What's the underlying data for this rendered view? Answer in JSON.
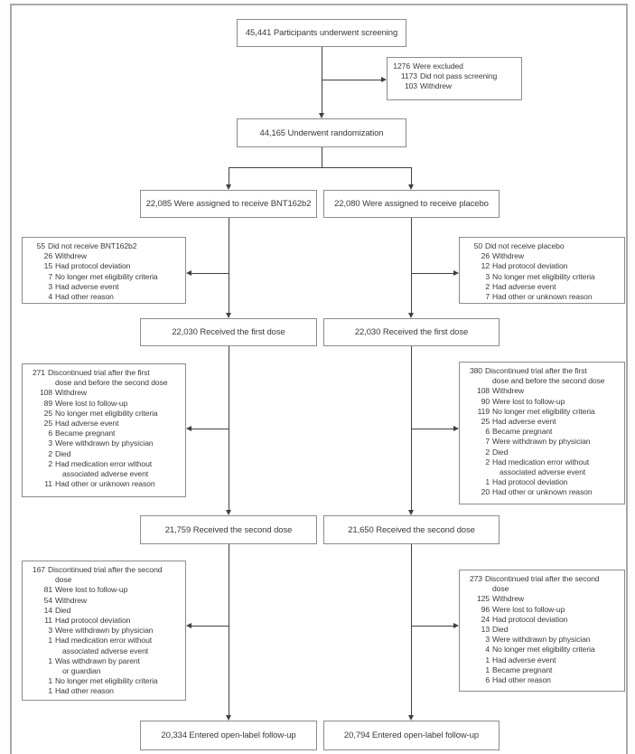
{
  "colors": {
    "background": "#ffffff",
    "box_border": "#8c8c8c",
    "frame_border": "#a9a9a9",
    "text": "#3a3a3a",
    "arrow": "#404040"
  },
  "flowchart": {
    "boxes": [
      {
        "id": "screening",
        "type": "center",
        "text": "45,441 Participants underwent screening"
      },
      {
        "id": "excluded",
        "type": "detail",
        "lines": [
          {
            "num": "1276",
            "text": "Were excluded",
            "level": 0
          },
          {
            "num": "1173",
            "text": "Did not pass screening",
            "level": 1
          },
          {
            "num": "103",
            "text": "Withdrew",
            "level": 1
          }
        ]
      },
      {
        "id": "randomization",
        "type": "center",
        "text": "44,165 Underwent randomization"
      },
      {
        "id": "assigned-bnt",
        "type": "center",
        "text": "22,085 Were assigned to receive BNT162b2"
      },
      {
        "id": "assigned-placebo",
        "type": "center",
        "text": "22,080 Were assigned to receive placebo"
      },
      {
        "id": "notreceive-bnt",
        "type": "detail",
        "lines": [
          {
            "num": "55",
            "text": "Did not receive BNT162b2",
            "level": 0
          },
          {
            "num": "26",
            "text": "Withdrew",
            "level": 1
          },
          {
            "num": "15",
            "text": "Had protocol deviation",
            "level": 1
          },
          {
            "num": "7",
            "text": "No longer met eligibility criteria",
            "level": 1
          },
          {
            "num": "3",
            "text": "Had adverse event",
            "level": 1
          },
          {
            "num": "4",
            "text": "Had other reason",
            "level": 1
          }
        ]
      },
      {
        "id": "notreceive-placebo",
        "type": "detail",
        "lines": [
          {
            "num": "50",
            "text": "Did not receive placebo",
            "level": 0
          },
          {
            "num": "26",
            "text": "Withdrew",
            "level": 1
          },
          {
            "num": "12",
            "text": "Had protocol deviation",
            "level": 1
          },
          {
            "num": "3",
            "text": "No longer met eligibility criteria",
            "level": 1
          },
          {
            "num": "2",
            "text": "Had adverse event",
            "level": 1
          },
          {
            "num": "7",
            "text": "Had other or unknown reason",
            "level": 1
          }
        ]
      },
      {
        "id": "firstdose-bnt",
        "type": "center",
        "text": "22,030 Received the first dose"
      },
      {
        "id": "firstdose-placebo",
        "type": "center",
        "text": "22,030 Received the first dose"
      },
      {
        "id": "disc1-bnt",
        "type": "detail",
        "lines": [
          {
            "num": "271",
            "text": "Discontinued trial after the first\ndose and before the second dose",
            "level": 0
          },
          {
            "num": "108",
            "text": "Withdrew",
            "level": 1
          },
          {
            "num": "89",
            "text": "Were lost to follow-up",
            "level": 1
          },
          {
            "num": "25",
            "text": "No longer met eligibility criteria",
            "level": 1
          },
          {
            "num": "25",
            "text": "Had adverse event",
            "level": 1
          },
          {
            "num": "6",
            "text": "Became pregnant",
            "level": 1
          },
          {
            "num": "3",
            "text": "Were withdrawn by physician",
            "level": 1
          },
          {
            "num": "2",
            "text": "Died",
            "level": 1
          },
          {
            "num": "2",
            "text": "Had medication error without\nassociated adverse event",
            "level": 1
          },
          {
            "num": "11",
            "text": "Had other or unknown reason",
            "level": 1
          }
        ]
      },
      {
        "id": "disc1-placebo",
        "type": "detail",
        "lines": [
          {
            "num": "380",
            "text": "Discontinued trial after the first\ndose and before the second dose",
            "level": 0
          },
          {
            "num": "108",
            "text": "Withdrew",
            "level": 1
          },
          {
            "num": "90",
            "text": "Were lost to follow-up",
            "level": 1
          },
          {
            "num": "119",
            "text": "No longer met eligibility criteria",
            "level": 1
          },
          {
            "num": "25",
            "text": "Had adverse event",
            "level": 1
          },
          {
            "num": "6",
            "text": "Became pregnant",
            "level": 1
          },
          {
            "num": "7",
            "text": "Were withdrawn by physician",
            "level": 1
          },
          {
            "num": "2",
            "text": "Died",
            "level": 1
          },
          {
            "num": "2",
            "text": "Had medication error without\nassociated adverse event",
            "level": 1
          },
          {
            "num": "1",
            "text": "Had protocol deviation",
            "level": 1
          },
          {
            "num": "20",
            "text": "Had other or unknown reason",
            "level": 1
          }
        ]
      },
      {
        "id": "seconddose-bnt",
        "type": "center",
        "text": "21,759 Received the second dose"
      },
      {
        "id": "seconddose-placebo",
        "type": "center",
        "text": "21,650 Received the second dose"
      },
      {
        "id": "disc2-bnt",
        "type": "detail",
        "lines": [
          {
            "num": "167",
            "text": "Discontinued trial after the second\ndose",
            "level": 0
          },
          {
            "num": "81",
            "text": "Were lost to follow-up",
            "level": 1
          },
          {
            "num": "54",
            "text": "Withdrew",
            "level": 1
          },
          {
            "num": "14",
            "text": "Died",
            "level": 1
          },
          {
            "num": "11",
            "text": "Had protocol deviation",
            "level": 1
          },
          {
            "num": "3",
            "text": "Were withdrawn by physician",
            "level": 1
          },
          {
            "num": "1",
            "text": "Had medication error without\nassociated adverse event",
            "level": 1
          },
          {
            "num": "1",
            "text": "Was withdrawn by parent\nor guardian",
            "level": 1
          },
          {
            "num": "1",
            "text": "No longer met eligibility criteria",
            "level": 1
          },
          {
            "num": "1",
            "text": "Had other reason",
            "level": 1
          }
        ]
      },
      {
        "id": "disc2-placebo",
        "type": "detail",
        "lines": [
          {
            "num": "273",
            "text": "Discontinued trial after the second\ndose",
            "level": 0
          },
          {
            "num": "125",
            "text": "Withdrew",
            "level": 1
          },
          {
            "num": "96",
            "text": "Were lost to follow-up",
            "level": 1
          },
          {
            "num": "24",
            "text": "Had protocol deviation",
            "level": 1
          },
          {
            "num": "13",
            "text": "Died",
            "level": 1
          },
          {
            "num": "3",
            "text": "Were withdrawn by physician",
            "level": 1
          },
          {
            "num": "4",
            "text": "No longer met eligibility criteria",
            "level": 1
          },
          {
            "num": "1",
            "text": "Had adverse event",
            "level": 1
          },
          {
            "num": "1",
            "text": "Became pregnant",
            "level": 1
          },
          {
            "num": "6",
            "text": "Had other reason",
            "level": 1
          }
        ]
      },
      {
        "id": "openlabel-bnt",
        "type": "center",
        "text": "20,334 Entered open-label follow-up"
      },
      {
        "id": "openlabel-placebo",
        "type": "center",
        "text": "20,794 Entered open-label follow-up"
      }
    ]
  }
}
